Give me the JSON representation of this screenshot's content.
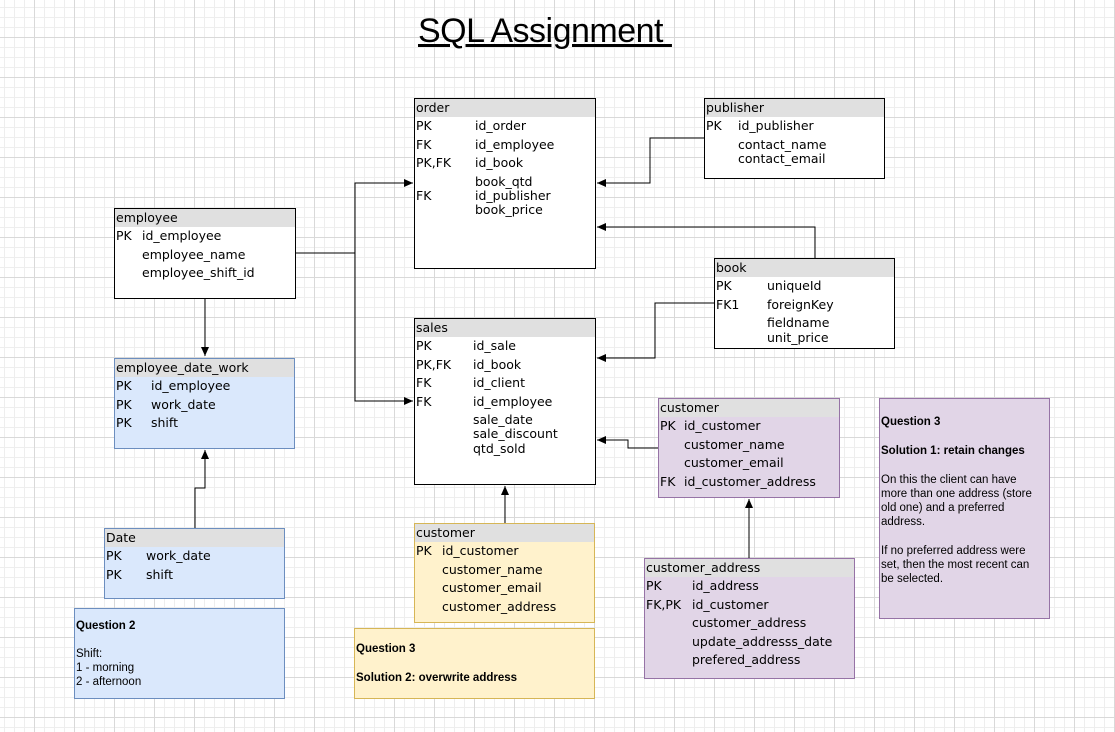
{
  "title": "SQL Assignment ",
  "tables": {
    "order": {
      "name": "order",
      "rows": [
        {
          "key": "PK",
          "field": "id_order"
        },
        {
          "key": "FK",
          "field": "id_employee"
        },
        {
          "key": "PK,FK",
          "field": "id_book"
        },
        {
          "key": "",
          "field": "book_qtd"
        },
        {
          "key": "FK",
          "field": "id_publisher"
        },
        {
          "key": "",
          "field": "book_price"
        }
      ]
    },
    "publisher": {
      "name": "publisher",
      "rows": [
        {
          "key": "PK",
          "field": "id_publisher"
        },
        {
          "key": "",
          "field": "contact_name"
        },
        {
          "key": "",
          "field": "contact_email"
        }
      ]
    },
    "employee": {
      "name": "employee",
      "rows": [
        {
          "key": "PK",
          "field": "id_employee"
        },
        {
          "key": "",
          "field": "employee_name"
        },
        {
          "key": "",
          "field": "employee_shift_id"
        }
      ]
    },
    "book": {
      "name": "book",
      "rows": [
        {
          "key": "PK",
          "field": "uniqueId"
        },
        {
          "key": "FK1",
          "field": "foreignKey"
        },
        {
          "key": "",
          "field": "fieldname"
        },
        {
          "key": "",
          "field": "unit_price"
        }
      ]
    },
    "sales": {
      "name": "sales",
      "rows": [
        {
          "key": "PK",
          "field": "id_sale"
        },
        {
          "key": "PK,FK",
          "field": "id_book"
        },
        {
          "key": "FK",
          "field": "id_client"
        },
        {
          "key": "FK",
          "field": "id_employee"
        },
        {
          "key": "",
          "field": "sale_date"
        },
        {
          "key": "",
          "field": "sale_discount"
        },
        {
          "key": "",
          "field": "qtd_sold"
        }
      ]
    },
    "employee_date_work": {
      "name": "employee_date_work",
      "rows": [
        {
          "key": "PK",
          "field": "id_employee"
        },
        {
          "key": "PK",
          "field": "work_date"
        },
        {
          "key": "PK",
          "field": "shift"
        }
      ]
    },
    "customer_purple": {
      "name": "customer",
      "rows": [
        {
          "key": "PK",
          "field": "id_customer"
        },
        {
          "key": "",
          "field": "customer_name"
        },
        {
          "key": "",
          "field": "customer_email"
        },
        {
          "key": "FK",
          "field": "id_customer_address"
        }
      ]
    },
    "date": {
      "name": "Date",
      "rows": [
        {
          "key": "PK",
          "field": "work_date"
        },
        {
          "key": "PK",
          "field": "shift"
        }
      ]
    },
    "customer_yellow": {
      "name": "customer",
      "rows": [
        {
          "key": "PK",
          "field": "id_customer"
        },
        {
          "key": "",
          "field": "customer_name"
        },
        {
          "key": "",
          "field": "customer_email"
        },
        {
          "key": "",
          "field": "customer_address"
        }
      ]
    },
    "customer_address": {
      "name": "customer_address",
      "rows": [
        {
          "key": "PK",
          "field": "id_address"
        },
        {
          "key": "FK,PK",
          "field": "id_customer"
        },
        {
          "key": "",
          "field": "customer_address"
        },
        {
          "key": "",
          "field": "update_addresss_date"
        },
        {
          "key": "",
          "field": "prefered_address"
        }
      ]
    }
  },
  "notes": {
    "question2": {
      "heading": "Question 2",
      "lines": [
        "Shift:",
        "1 - morning",
        "2 - afternoon"
      ]
    },
    "question3_sol2": {
      "heading": "Question 3",
      "solution": "Solution 2: overwrite address"
    },
    "question3_sol1": {
      "heading": "Question 3",
      "solution": "Solution 1: retain changes",
      "lines": [
        "On this the client can have",
        "more than one address (store",
        "old one) and a preferred",
        "address.",
        "",
        "If no preferred address were",
        "set, then the most recent can",
        "be selected."
      ]
    }
  },
  "colors": {
    "blue_fill": "#dae8fc",
    "yellow_fill": "#fff2cc",
    "purple_fill": "#e1d5e7",
    "header_fill": "#e0e0e0"
  }
}
